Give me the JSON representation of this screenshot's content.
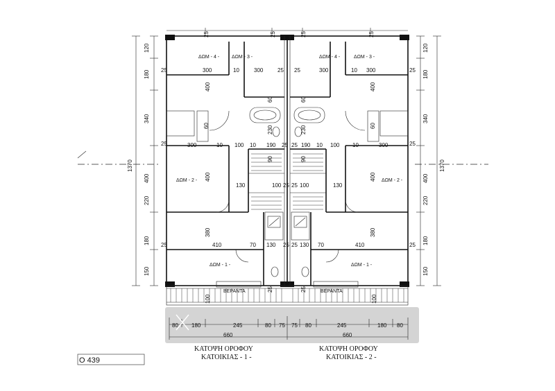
{
  "rooms_left": {
    "bedroom4": "ΔΩΜ - 4 -",
    "bedroom3": "ΔΩΜ - 3 -",
    "bedroom2": "ΔΩΜ - 2 -",
    "bedroom1": "ΔΩΜ - 1 -"
  },
  "rooms_right": {
    "bedroom4": "ΔΩΜ - 4 -",
    "bedroom3": "ΔΩΜ - 3 -",
    "bedroom2": "ΔΩΜ - 2 -",
    "bedroom1": "ΔΩΜ - 1 -"
  },
  "veranda": "ΒΕΡΑΝΤΑ",
  "dims": {
    "top_25": "25",
    "w300": "300",
    "w10": "10",
    "w25": "25",
    "w400": "400",
    "w100": "100",
    "w190": "190",
    "w130": "130",
    "w410": "410",
    "w380": "380",
    "w70": "70",
    "w230": "230",
    "w60": "60",
    "w90": "90",
    "left_120": "120",
    "left_180": "180",
    "left_340": "340",
    "left_220": "220",
    "left_180b": "180",
    "left_150": "150",
    "total_1370": "1370"
  },
  "bottom_dims": {
    "segments_left": [
      "80",
      "180",
      "245",
      "80",
      "75"
    ],
    "segments_right": [
      "75",
      "80",
      "245",
      "180",
      "80"
    ],
    "half_total_left": "660",
    "half_total_right": "660"
  },
  "captions": {
    "left_line1": "ΚΑΤΟΨΗ ΟΡΟΦΟΥ",
    "left_line2": "ΚΑΤΟΙΚΙΑΣ - 1 -",
    "right_line1": "ΚΑΤΟΨΗ ΟΡΟΦΟΥ",
    "right_line2": "ΚΑΤΟΙΚΙΑΣ - 2 -"
  },
  "title_box": "Ο 439"
}
